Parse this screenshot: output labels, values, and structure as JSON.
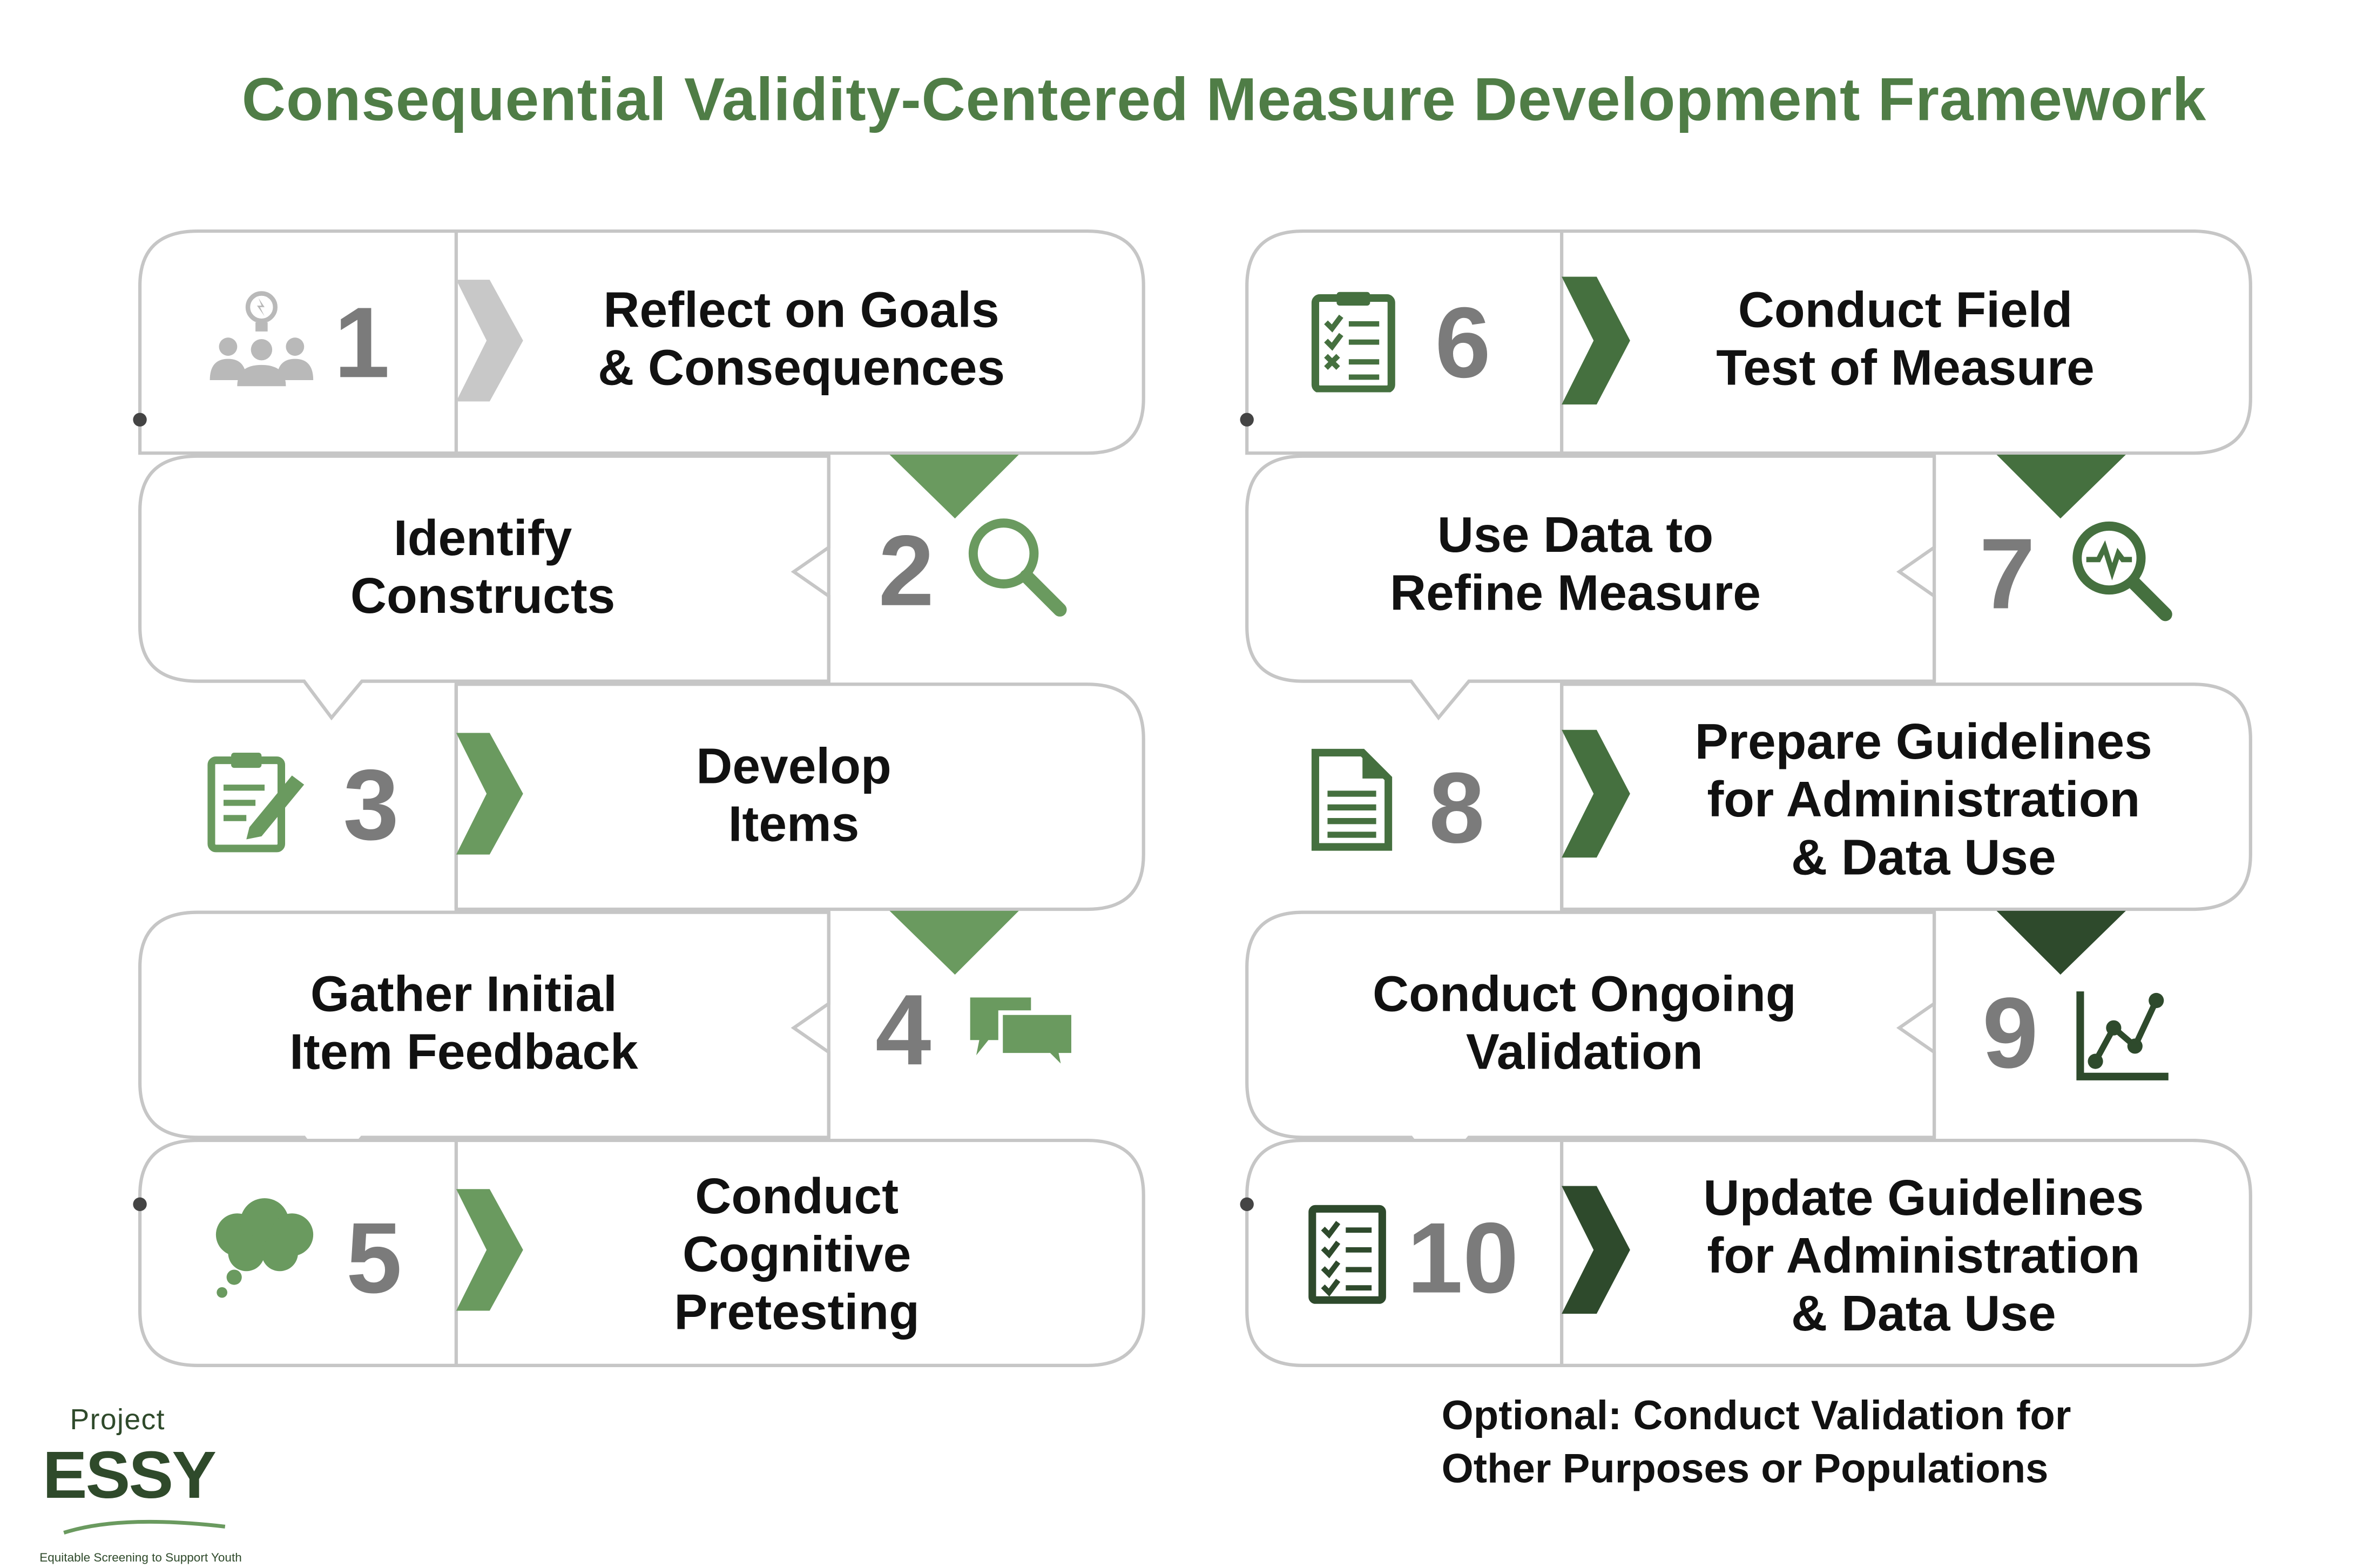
{
  "title": "Consequential Validity-Centered Measure Development Framework",
  "colors": {
    "title_green": "#4f7d46",
    "light_green": "#6a9a5f",
    "mid_green": "#45703f",
    "dark_green": "#2e4a2c",
    "gray_number": "#7b7b7b",
    "outline": "#c6c6c6"
  },
  "steps": [
    {
      "number": "1",
      "label": "Reflect on Goals\n& Consequences",
      "icon": "idea-team-icon"
    },
    {
      "number": "2",
      "label": "Identify\nConstructs",
      "icon": "magnifier-icon"
    },
    {
      "number": "3",
      "label": "Develop\nItems",
      "icon": "clipboard-pencil-icon"
    },
    {
      "number": "4",
      "label": "Gather Initial\nItem Feedback",
      "icon": "chat-bubbles-icon"
    },
    {
      "number": "5",
      "label": "Conduct\nCognitive\nPretesting",
      "icon": "thought-cloud-icon"
    },
    {
      "number": "6",
      "label": "Conduct Field\nTest of Measure",
      "icon": "clipboard-checklist-icon"
    },
    {
      "number": "7",
      "label": "Use Data to\nRefine Measure",
      "icon": "magnifier-pulse-icon"
    },
    {
      "number": "8",
      "label": "Prepare Guidelines\nfor Administration\n& Data Use",
      "icon": "document-icon"
    },
    {
      "number": "9",
      "label": "Conduct Ongoing\nValidation",
      "icon": "line-chart-icon"
    },
    {
      "number": "10",
      "label": "Update Guidelines\nfor Administration\n& Data Use",
      "icon": "checklist-icon"
    }
  ],
  "optional_note": "Optional: Conduct Validation for\nOther Purposes or Populations",
  "logo": {
    "project": "Project",
    "name": "ESSY",
    "tagline": "Equitable Screening to Support Youth"
  }
}
